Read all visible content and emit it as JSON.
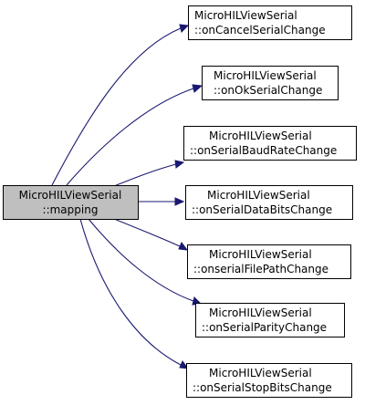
{
  "root": {
    "line1": "MicroHILViewSerial",
    "line2": "::mapping"
  },
  "callees": [
    {
      "line1": "MicroHILViewSerial",
      "line2": "::onCancelSerialChange"
    },
    {
      "line1": "MicroHILViewSerial",
      "line2": "::onOkSerialChange"
    },
    {
      "line1": "MicroHILViewSerial",
      "line2": "::onSerialBaudRateChange"
    },
    {
      "line1": "MicroHILViewSerial",
      "line2": "::onSerialDataBitsChange"
    },
    {
      "line1": "MicroHILViewSerial",
      "line2": "::onserialFilePathChange"
    },
    {
      "line1": "MicroHILViewSerial",
      "line2": "::onSerialParityChange"
    },
    {
      "line1": "MicroHILViewSerial",
      "line2": "::onSerialStopBitsChange"
    }
  ],
  "colors": {
    "root_fill": "#bfbfbf",
    "node_fill": "#ffffff",
    "edge": "#191970"
  }
}
